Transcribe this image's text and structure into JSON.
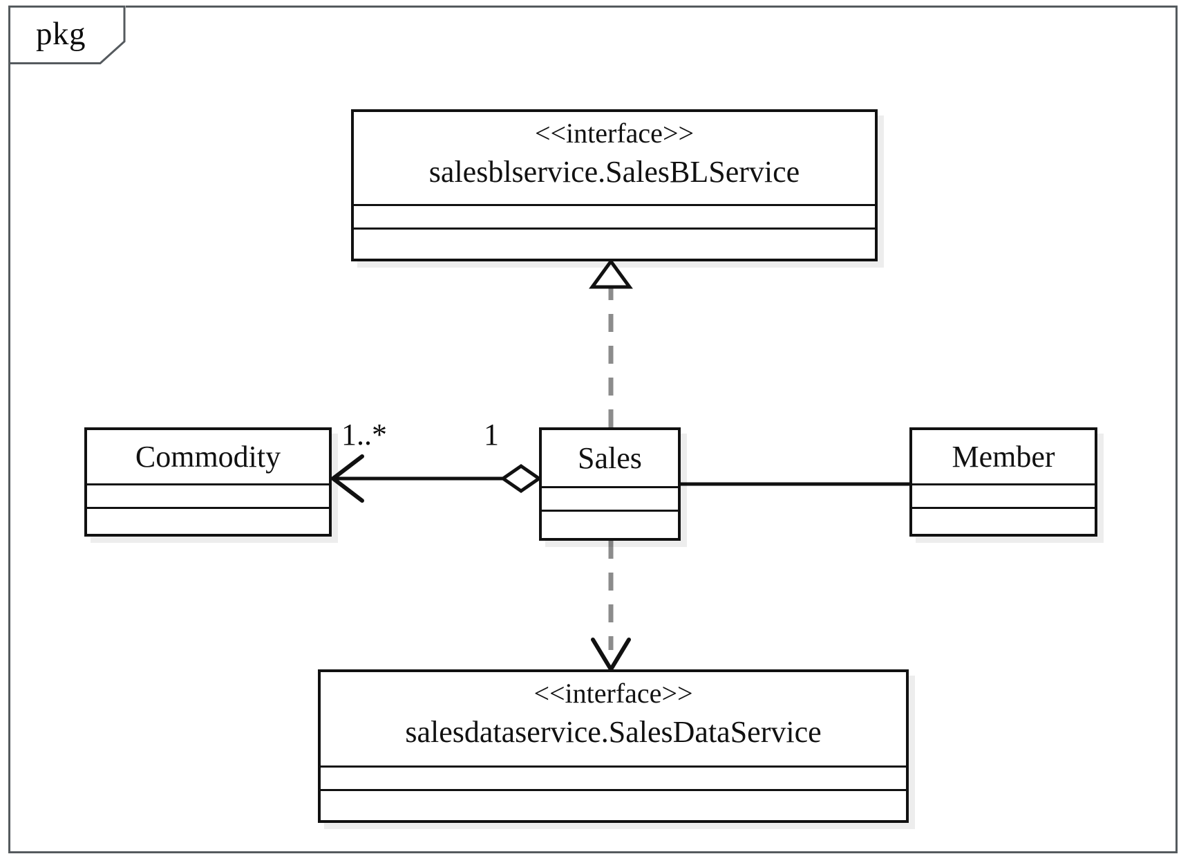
{
  "diagram": {
    "type": "uml-class-diagram",
    "frame": {
      "tab_label": "pkg",
      "frame_color": "#555a5e"
    },
    "classes": [
      {
        "id": "salesblservice",
        "stereotype": "<<interface>>",
        "name": "salesblservice.SalesBLService",
        "attributes": [],
        "operations": []
      },
      {
        "id": "commodity",
        "stereotype": "",
        "name": "Commodity",
        "attributes": [],
        "operations": []
      },
      {
        "id": "sales",
        "stereotype": "",
        "name": "Sales",
        "attributes": [],
        "operations": []
      },
      {
        "id": "member",
        "stereotype": "",
        "name": "Member",
        "attributes": [],
        "operations": []
      },
      {
        "id": "salesdataservice",
        "stereotype": "<<interface>>",
        "name": "salesdataservice.SalesDataService",
        "attributes": [],
        "operations": []
      }
    ],
    "relationships": [
      {
        "id": "sales-realizes-salesblservice",
        "kind": "realization",
        "from": "sales",
        "to": "salesblservice",
        "line": "dashed",
        "head": "hollow-triangle",
        "label": ""
      },
      {
        "id": "sales-aggregates-commodity",
        "kind": "aggregation",
        "from": "sales",
        "to": "commodity",
        "line": "solid",
        "head": "open-arrow",
        "tail": "hollow-diamond",
        "source_multiplicity": "1",
        "target_multiplicity": "1..*"
      },
      {
        "id": "sales-association-member",
        "kind": "association",
        "from": "sales",
        "to": "member",
        "line": "solid",
        "head": "none",
        "label": ""
      },
      {
        "id": "sales-depends-salesdataservice",
        "kind": "dependency",
        "from": "sales",
        "to": "salesdataservice",
        "line": "dashed",
        "head": "open-arrow",
        "label": ""
      }
    ],
    "edge_labels": {
      "commodity_end": "1..*",
      "sales_end": "1"
    },
    "colors": {
      "stroke": "#111111",
      "frame": "#555a5e",
      "background": "#ffffff",
      "shadow": "rgba(0,0,0,0.07)"
    }
  }
}
